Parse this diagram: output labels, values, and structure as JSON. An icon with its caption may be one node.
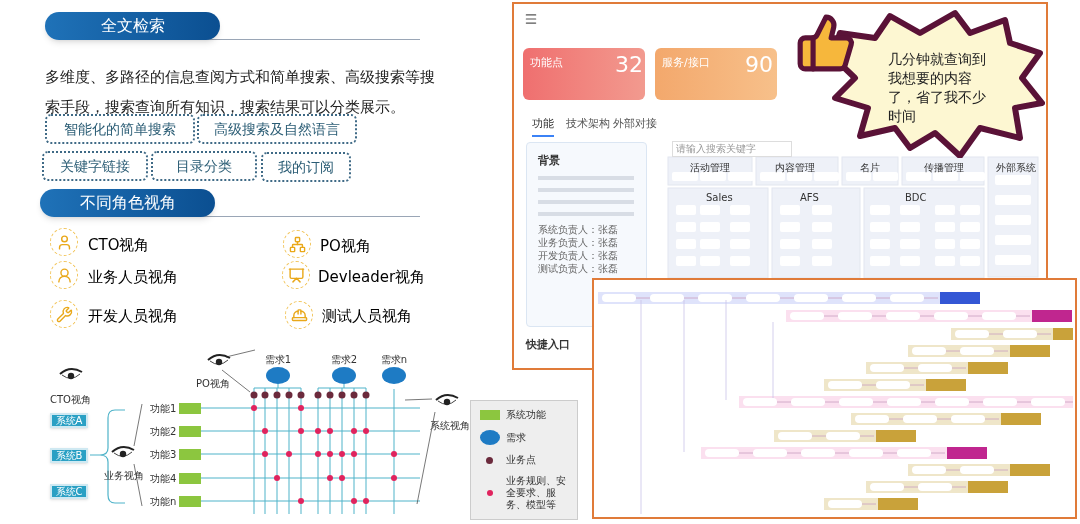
{
  "diagram": {
    "nodes": [
      {
        "text": [
          "全文检索"
        ]
      },
      {
        "text": [
          "智能化的简单搜索"
        ]
      },
      {
        "text": [
          "高级搜索及自然语言"
        ]
      },
      {
        "text": [
          "关键字链接"
        ]
      },
      {
        "text": [
          "目录分类"
        ]
      },
      {
        "text": [
          "我的订阅"
        ]
      },
      {
        "text": [
          "不同角色视角"
        ]
      },
      {
        "text": [
          "系统A"
        ]
      },
      {
        "text": [
          "系统B"
        ]
      },
      {
        "text": [
          "系统C"
        ]
      },
      {
        "text": [
          "功能1"
        ]
      },
      {
        "text": [
          "功能2"
        ]
      },
      {
        "text": [
          "功能3"
        ]
      },
      {
        "text": [
          "功能4"
        ]
      },
      {
        "text": [
          "功能n"
        ]
      },
      {
        "text": [
          "需求1"
        ]
      },
      {
        "text": [
          "需求2"
        ]
      },
      {
        "text": [
          "需求n"
        ]
      },
      {
        "text": [
          "几分钟就查询到我想要的内容了，省了我不少时间"
        ]
      }
    ],
    "labels": [
      "多维度、多路径的信息查阅方式和简单搜索、高级搜索等搜索手段，搜索查询所有知识，搜索结果可以分类展示。",
      "CTO视角",
      "PO视角",
      "业务人员视角",
      "Devleader视角",
      "开发人员视角",
      "测试人员视角",
      "CTO视角",
      "PO视角",
      "业务视角",
      "系统视角",
      "功能点",
      "32",
      "服务/接口",
      "90",
      "功能",
      "技术架构",
      "外部对接",
      "背景",
      "系统负责人：张磊",
      "业务负责人：张磊",
      "开发负责人：张磊",
      "测试负责人：张磊",
      "快捷入口",
      "请输入搜索关键字",
      "活动管理",
      "内容管理",
      "名片",
      "传播管理",
      "外部系统",
      "Sales",
      "AFS",
      "BDC"
    ],
    "legend": [
      {
        "text": "系统功能",
        "color": "#8cc63f"
      },
      {
        "text": "需求",
        "color": "#1e7bc4"
      },
      {
        "text": "业务点"
      },
      {
        "text": "业务规则、安全要求、服务、模型等"
      }
    ]
  }
}
